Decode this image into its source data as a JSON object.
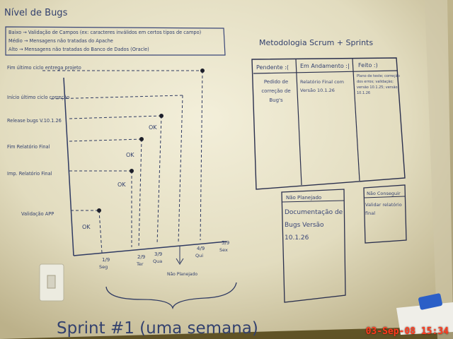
{
  "legend": {
    "title": "Nível de Bugs",
    "baixo": "Baixo → Validação de Campos (ex: caracteres inválidos em certos tipos de campo)",
    "medio": "Médio → Mensagens não tratadas do Apache",
    "alto": "Alto → Mensagens não tratadas do Banco de Dados (Oracle)"
  },
  "timeline": {
    "y_labels": [
      "Fim último ciclo entrega projeto",
      "Início último ciclo correção",
      "Release bugs V.10.1.26",
      "Fim Relatório Final",
      "Imp. Relatório Final",
      "Validação APP"
    ],
    "ok_marks": [
      "OK",
      "OK",
      "OK",
      "OK"
    ],
    "x_labels": [
      {
        "date": "1/9",
        "day": "Seg"
      },
      {
        "date": "2/9",
        "day": "Ter"
      },
      {
        "date": "3/9",
        "day": "Qua"
      },
      {
        "date": "4/9",
        "day": "Qui"
      },
      {
        "date": "5/9",
        "day": "Sex"
      }
    ],
    "nao_planejado": "Não Planejado",
    "sprint_title": "Sprint #1 (uma semana)"
  },
  "scrum": {
    "title": "Metodologia Scrum + Sprints",
    "columns": [
      {
        "header": "Pendente :(",
        "body": "Pedido de correção de Bug's"
      },
      {
        "header": "Em Andamento :|",
        "body": "Relatório Final com Versão 10.1.26"
      },
      {
        "header": "Feito :)",
        "body": "Plano de teste; correção dos erros; validação; versão 10.1.25; versão 10.1.26"
      }
    ]
  },
  "nao_planejado_card": {
    "header": "Não Planejado",
    "body": "Documentação de Bugs Versão 10.1.26"
  },
  "nao_conseguir_card": {
    "header": "Não Conseguir",
    "body": "Validar relatório final"
  },
  "camera_stamp": "03-Sep-08 15:34"
}
